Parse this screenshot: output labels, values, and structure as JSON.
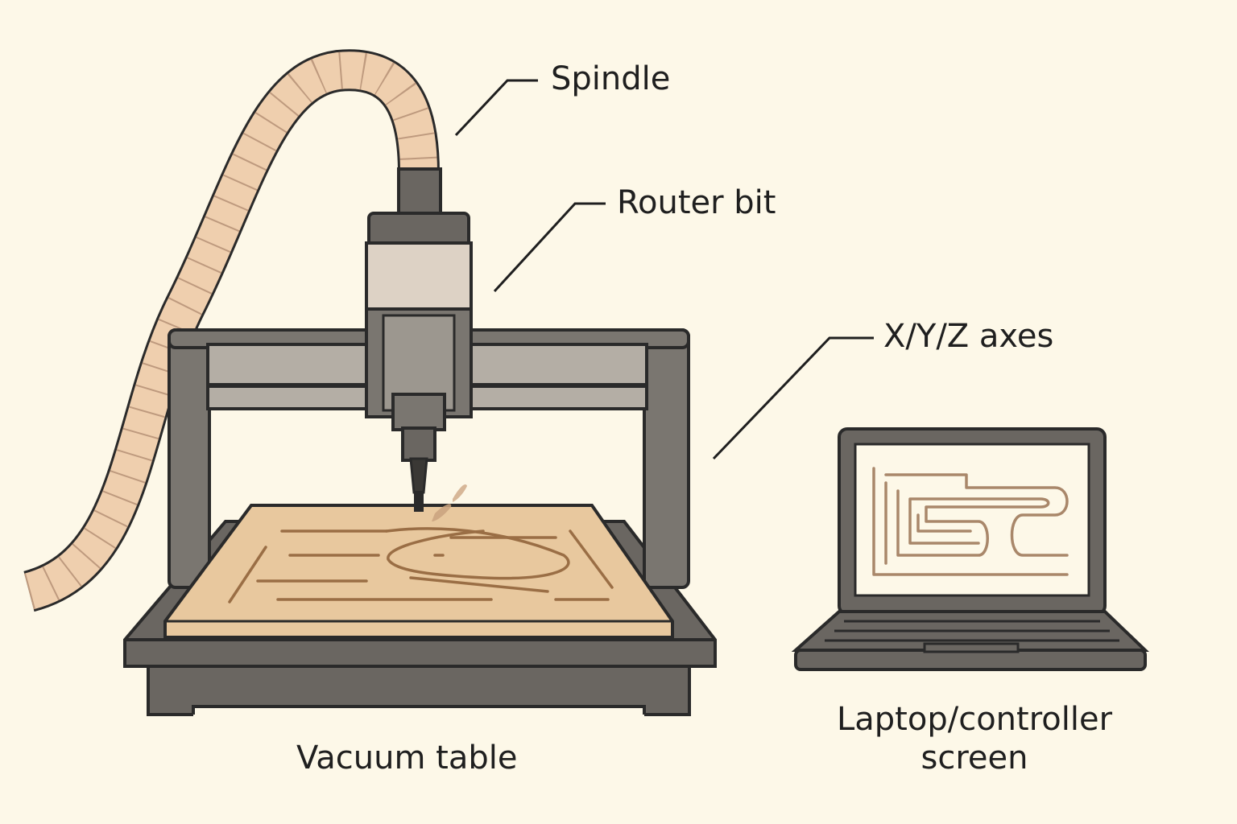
{
  "labels": {
    "spindle": "Spindle",
    "router_bit": "Router bit",
    "axes": "X/Y/Z axes",
    "vacuum_table": "Vacuum table",
    "laptop_line1": "Laptop/controller",
    "laptop_line2": "screen"
  },
  "colors": {
    "background": "#fdf8e8",
    "outline": "#2a2a2a",
    "frame": "#7a7670",
    "rail": "#b4aea5",
    "wood": "#e8c89e",
    "groove": "#9a6e45",
    "hose": "#efcfae",
    "screen_path": "#a9876a"
  }
}
